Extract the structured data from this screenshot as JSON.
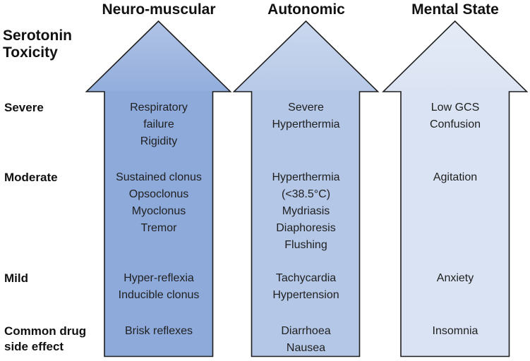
{
  "diagram": {
    "title": "Serotonin\nToxicity",
    "outline_color": "#1e1e1e",
    "text_color": "#1f1f1f"
  },
  "severity_labels": {
    "severe": "Severe",
    "moderate": "Moderate",
    "mild": "Mild",
    "common": "Common drug\nside effect"
  },
  "columns": [
    {
      "header": "Neuro-muscular",
      "fill": "#8EAADB",
      "severe": "Respiratory\nfailure\nRigidity",
      "moderate": "Sustained clonus\nOpsoclonus\nMyoclonus\nTremor",
      "mild": "Hyper-reflexia\nInducible clonus",
      "common": "Brisk reflexes"
    },
    {
      "header": "Autonomic",
      "fill": "#B4C7E7",
      "severe": "Severe\nHyperthermia",
      "moderate": "Hyperthermia\n(<38.5°C)\nMydriasis\nDiaphoresis\nFlushing",
      "mild": "Tachycardia\nHypertension",
      "common": "Diarrhoea\nNausea"
    },
    {
      "header": "Mental State",
      "fill": "#DAE3F3",
      "severe": "Low GCS\nConfusion",
      "moderate": "Agitation",
      "mild": "Anxiety",
      "common": "Insomnia"
    }
  ]
}
